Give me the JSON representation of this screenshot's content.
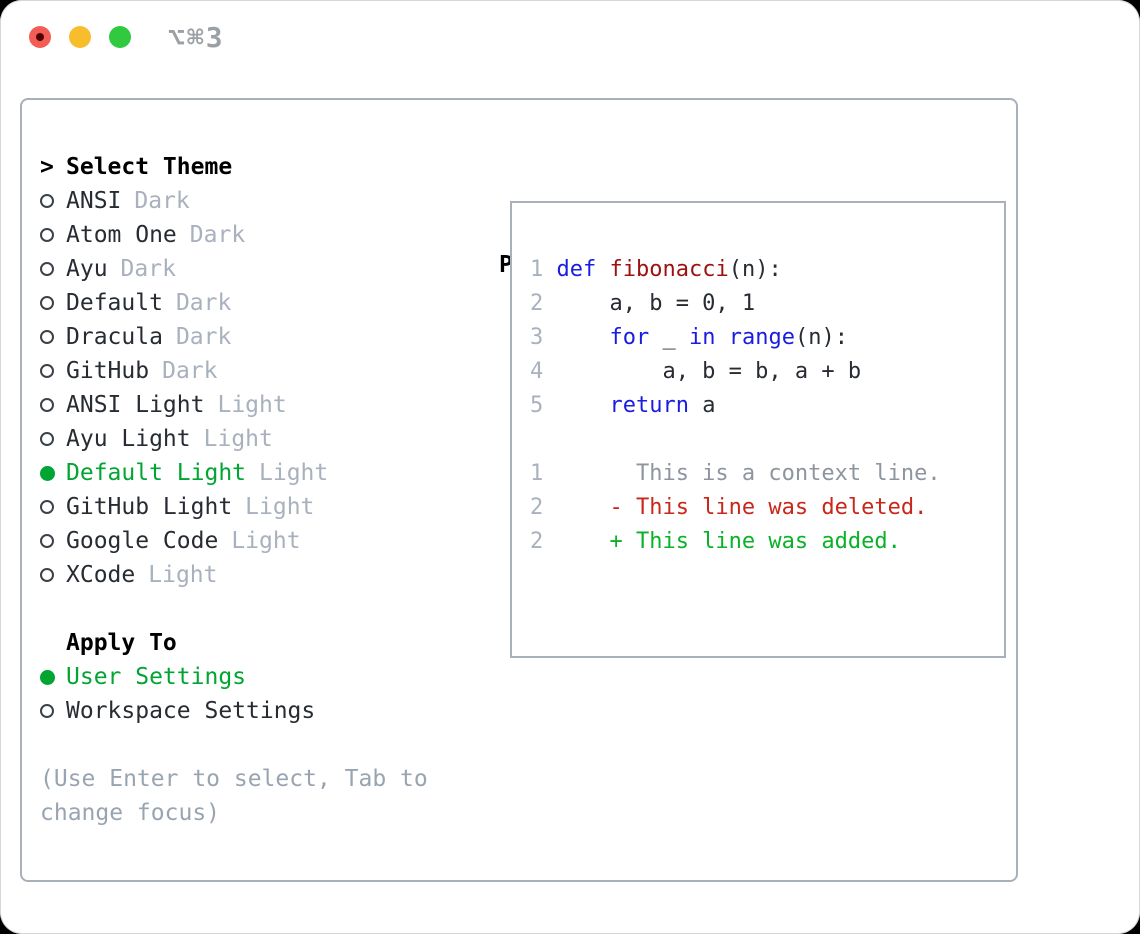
{
  "titlebar": {
    "shortcut": "⌥⌘3",
    "traffic_lights": [
      "close",
      "minimize",
      "zoom"
    ]
  },
  "colors": {
    "traffic_red": "#f35d55",
    "traffic_red_dot": "#500306",
    "traffic_yellow": "#f8bd2d",
    "traffic_green": "#31c93f",
    "shortcut_gray": "#9ba0a6",
    "panel_border": "#a9b0ba",
    "text_dark": "#272c33",
    "heading_black": "#000000",
    "tag_muted": "#a8b1bd",
    "hint_gray": "#99a4b1",
    "line_number": "#a8b1bd",
    "context_gray": "#8d959f",
    "keyword_blue": "#1a1de0",
    "function_red": "#9e1111",
    "deleted_red": "#c9271a",
    "added_green": "#0ab228",
    "selected_green": "#00a532",
    "circle_outline": "#3c424a"
  },
  "theme_picker": {
    "header_prefix": ">",
    "header": "Select Theme",
    "items": [
      {
        "name": "ANSI",
        "tag": "Dark",
        "selected": false
      },
      {
        "name": "Atom One",
        "tag": "Dark",
        "selected": false
      },
      {
        "name": "Ayu",
        "tag": "Dark",
        "selected": false
      },
      {
        "name": "Default",
        "tag": "Dark",
        "selected": false
      },
      {
        "name": "Dracula",
        "tag": "Dark",
        "selected": false
      },
      {
        "name": "GitHub",
        "tag": "Dark",
        "selected": false
      },
      {
        "name": "ANSI Light",
        "tag": "Light",
        "selected": false
      },
      {
        "name": "Ayu Light",
        "tag": "Light",
        "selected": false
      },
      {
        "name": "Default Light",
        "tag": "Light",
        "selected": true
      },
      {
        "name": "GitHub Light",
        "tag": "Light",
        "selected": false
      },
      {
        "name": "Google Code",
        "tag": "Light",
        "selected": false
      },
      {
        "name": "XCode",
        "tag": "Light",
        "selected": false
      }
    ]
  },
  "apply_to": {
    "header": "Apply To",
    "options": [
      {
        "name": "User Settings",
        "selected": true
      },
      {
        "name": "Workspace Settings",
        "selected": false
      }
    ]
  },
  "hint_lines": [
    "(Use Enter to select, Tab to",
    "change focus)"
  ],
  "preview": {
    "heading": "Preview",
    "lines": [
      {
        "num": "1",
        "segs": [
          {
            "c": "kw",
            "t": "def"
          },
          {
            "c": "pl",
            "t": " "
          },
          {
            "c": "fn",
            "t": "fibonacci"
          },
          {
            "c": "pl",
            "t": "(n):"
          }
        ]
      },
      {
        "num": "2",
        "segs": [
          {
            "c": "pl",
            "t": "    a, b = 0, 1"
          }
        ]
      },
      {
        "num": "3",
        "segs": [
          {
            "c": "pl",
            "t": "    "
          },
          {
            "c": "kw",
            "t": "for"
          },
          {
            "c": "pl",
            "t": " _ "
          },
          {
            "c": "kw",
            "t": "in"
          },
          {
            "c": "pl",
            "t": " "
          },
          {
            "c": "kw",
            "t": "range"
          },
          {
            "c": "pl",
            "t": "(n):"
          }
        ]
      },
      {
        "num": "4",
        "segs": [
          {
            "c": "pl",
            "t": "        a, b = b, a + b"
          }
        ]
      },
      {
        "num": "5",
        "segs": [
          {
            "c": "pl",
            "t": "    "
          },
          {
            "c": "kw",
            "t": "return"
          },
          {
            "c": "pl",
            "t": " a"
          }
        ]
      },
      {
        "num": "",
        "segs": []
      },
      {
        "num": "1",
        "segs": [
          {
            "c": "ctx",
            "t": "      This is a context line."
          }
        ]
      },
      {
        "num": "2",
        "segs": [
          {
            "c": "del",
            "t": "    - This line was deleted."
          }
        ]
      },
      {
        "num": "2",
        "segs": [
          {
            "c": "add",
            "t": "    + This line was added."
          }
        ]
      }
    ]
  }
}
